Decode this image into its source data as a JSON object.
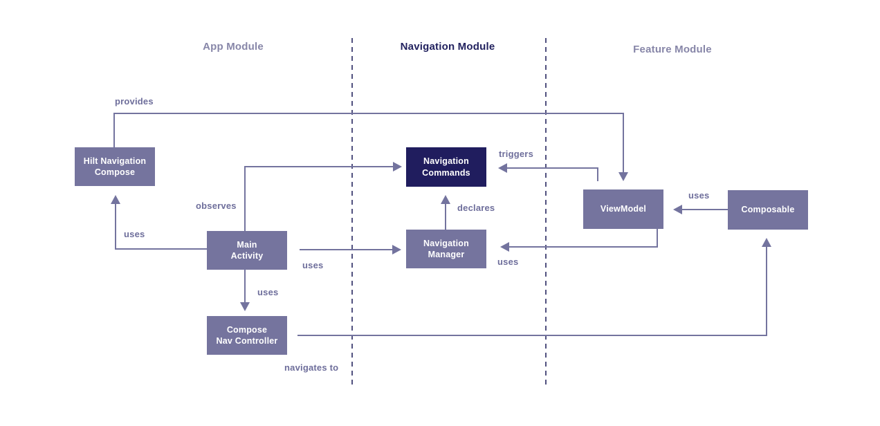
{
  "diagram": {
    "title": "Navigation architecture module diagram",
    "colors": {
      "background": "#ffffff",
      "node_fill": "#75749e",
      "node_fill_dark": "#201d5e",
      "node_text": "#ffffff",
      "line": "#73739e",
      "edge_label": "#6e6e9b",
      "header_muted": "#8786a8",
      "header_dark": "#22225f",
      "divider_dash": "#50507e"
    },
    "headers": {
      "app": "App Module",
      "navigation": "Navigation Module",
      "feature": "Feature Module"
    },
    "nodes": {
      "hilt": {
        "label": "Hilt Navigation Compose",
        "line1": "Hilt Navigation",
        "line2": "Compose"
      },
      "main_activity": {
        "label": "Main Activity",
        "line1": "Main",
        "line2": "Activity"
      },
      "compose_nav_controller": {
        "label": "Compose Nav Controller",
        "line1": "Compose",
        "line2": "Nav Controller"
      },
      "navigation_commands": {
        "label": "Navigation Commands",
        "line1": "Navigation",
        "line2": "Commands"
      },
      "navigation_manager": {
        "label": "Navigation Manager",
        "line1": "Navigation",
        "line2": "Manager"
      },
      "viewmodel": {
        "label": "ViewModel",
        "line1": "ViewModel",
        "line2": ""
      },
      "composable": {
        "label": "Composable",
        "line1": "Composable",
        "line2": ""
      }
    },
    "edges": {
      "provides": {
        "label": "provides",
        "from": "Hilt Navigation Compose",
        "to": "ViewModel"
      },
      "observes": {
        "label": "observes",
        "from": "Main Activity",
        "to": "Navigation Commands"
      },
      "triggers": {
        "label": "triggers",
        "from": "ViewModel",
        "to": "Navigation Commands"
      },
      "declares": {
        "label": "declares",
        "from": "Navigation Manager",
        "to": "Navigation Commands"
      },
      "uses_hilt": {
        "label": "uses",
        "from": "Main Activity",
        "to": "Hilt Navigation Compose"
      },
      "uses_nav_manager": {
        "label": "uses",
        "from": "Main Activity",
        "to": "Navigation Manager"
      },
      "uses_compose_nav": {
        "label": "uses",
        "from": "Main Activity",
        "to": "Compose Nav Controller"
      },
      "uses_viewmodel_nm": {
        "label": "uses",
        "from": "ViewModel",
        "to": "Navigation Manager"
      },
      "uses_composable_vm": {
        "label": "uses",
        "from": "Composable",
        "to": "ViewModel"
      },
      "navigates_to": {
        "label": "navigates to",
        "from": "Compose Nav Controller",
        "to": "Composable"
      }
    }
  }
}
